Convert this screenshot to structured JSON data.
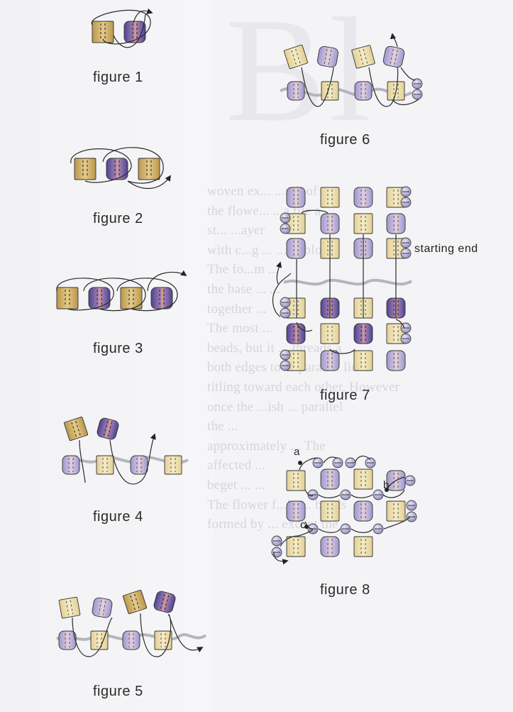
{
  "figures": [
    {
      "id": "f1",
      "caption": "figure 1"
    },
    {
      "id": "f2",
      "caption": "figure 2"
    },
    {
      "id": "f3",
      "caption": "figure 3"
    },
    {
      "id": "f4",
      "caption": "figure 4"
    },
    {
      "id": "f5",
      "caption": "figure 5"
    },
    {
      "id": "f6",
      "caption": "figure 6"
    },
    {
      "id": "f7",
      "caption": "figure 7",
      "annotation": "starting end"
    },
    {
      "id": "f8",
      "caption": "figure 8",
      "points": [
        "a",
        "b",
        "c"
      ]
    }
  ],
  "background_text": [
    "woven ex... ...nth of ...",
    "the flowe... ...a tile a",
    "st... ...ayer",
    "with c...g ... ...ng blo",
    "The fo...m ...",
    "the base ... ...",
    "together ...",
    "The most ...",
    "beads, but it ... threads a",
    "both edges to ... parallel lines",
    "titling toward each other. However",
    "once the ...ish ... parallel",
    "the ...",
    "approximately ... The",
    "affected ...",
    "beget ... ...",
    "The flower f...ly ... beads",
    "formed by ... except the"
  ],
  "background_heading": "Bl",
  "colors": {
    "gold": "#cdb066",
    "gold_light": "#ecdca4",
    "purple": "#6f6aa6",
    "purple_light": "#b8b3d8",
    "wire": "#2a2a2a",
    "background": "#f4f4f6"
  }
}
